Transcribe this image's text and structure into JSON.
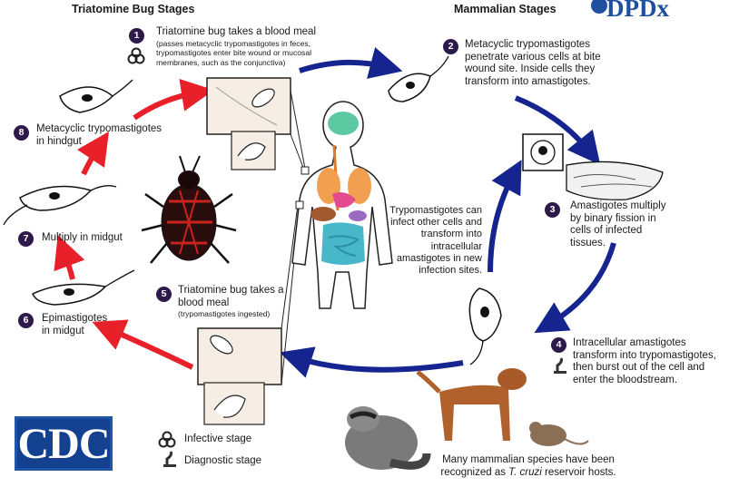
{
  "headers": {
    "triatomine": "Triatomine Bug Stages",
    "mammalian": "Mammalian Stages"
  },
  "logos": {
    "dpdx": "DPDx",
    "cdc": "CDC"
  },
  "steps": [
    {
      "num": "1",
      "title": "Triatomine bug takes a blood meal",
      "note": "(passes metacyclic trypomastigotes in feces, trypomastigotes enter bite wound or mucosal membranes, such as the conjunctiva)"
    },
    {
      "num": "2",
      "title": "Metacyclic trypomastigotes penetrate various cells at bite wound site.  Inside cells they transform into amastigotes."
    },
    {
      "num": "3",
      "title": "Amastigotes multiply by binary fission in cells of infected tissues."
    },
    {
      "num": "4",
      "title": "Intracellular amastigotes transform into trypomastigotes, then burst out of the cell and enter the bloodstream."
    },
    {
      "num": "5",
      "title": "Triatomine bug takes a blood meal",
      "note": "(trypomastigotes ingested)"
    },
    {
      "num": "6",
      "title": "Epimastigotes in midgut"
    },
    {
      "num": "7",
      "title": "Multiply in midgut"
    },
    {
      "num": "8",
      "title": "Metacyclic trypomastigotes in hindgut"
    }
  ],
  "center_note": "Trypomastigotes can infect other cells and transform into intracellular amastigotes in new infection sites.",
  "legend": {
    "infective": "Infective stage",
    "diagnostic": "Diagnostic stage"
  },
  "reservoir": {
    "line1": "Many mammalian species have been",
    "line2_pre": "recognized as ",
    "line2_em": "T. cruzi",
    "line2_post": " reservoir hosts."
  },
  "colors": {
    "red_arrow": "#e8202a",
    "blue_arrow": "#15248e",
    "badge": "#2d1a4a",
    "cdc_blue": "#13418f"
  },
  "icons": [
    "biohazard-icon",
    "microscope-icon"
  ]
}
